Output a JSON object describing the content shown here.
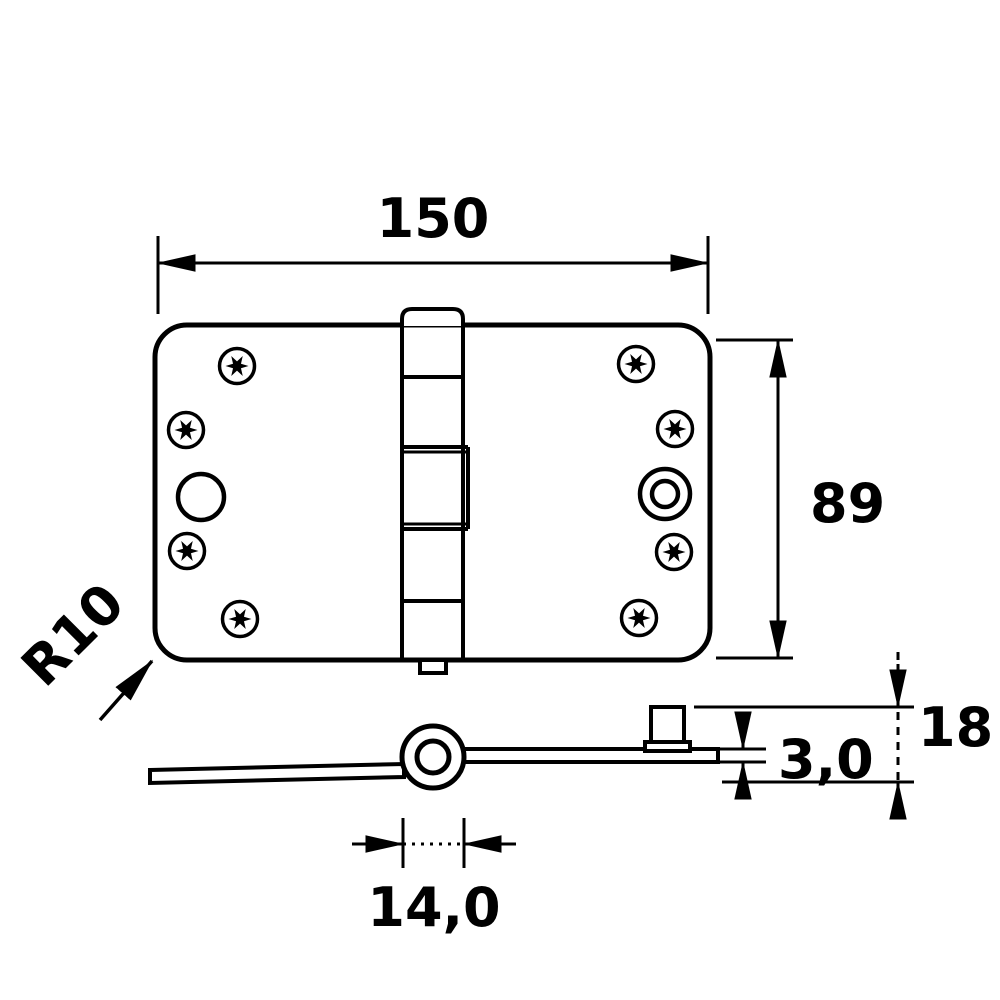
{
  "drawing": {
    "kind": "technical-dimension-drawing",
    "views": [
      "hinge-front-view",
      "hinge-side-profile-view"
    ]
  },
  "dimensions": {
    "width_label": "150",
    "height_label": "89",
    "corner_radius_label": "R10",
    "overall_height_label": "18",
    "leaf_thickness_label": "3,0",
    "knuckle_diameter_label": "14,0"
  },
  "colors": {
    "line": "#000000",
    "background": "#ffffff"
  }
}
